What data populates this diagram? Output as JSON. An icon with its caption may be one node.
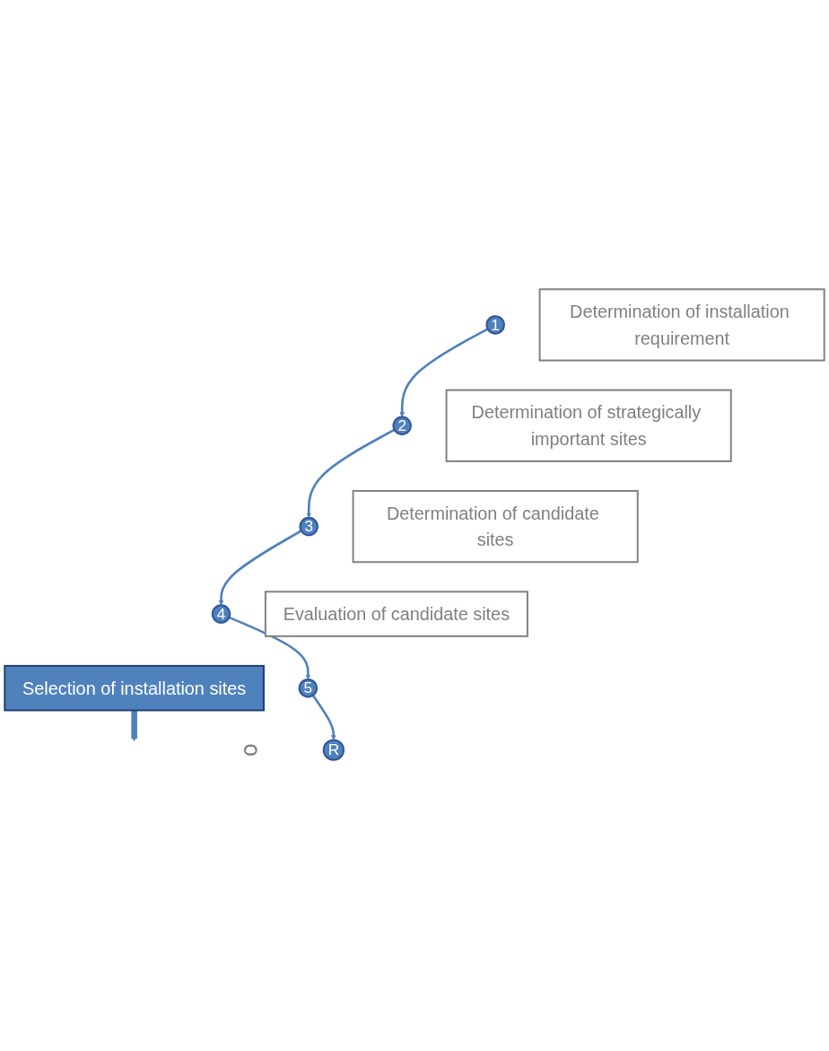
{
  "diagram": {
    "nodes": [
      {
        "text": [
          "1"
        ]
      },
      {
        "text": [
          "Determination of installation requirement"
        ]
      },
      {
        "text": [
          "2"
        ]
      },
      {
        "text": [
          "Determination of strategically important sites"
        ]
      },
      {
        "text": [
          "3"
        ]
      },
      {
        "text": [
          "Determination of candidate sites"
        ]
      },
      {
        "text": [
          "4"
        ]
      },
      {
        "text": [
          "Evaluation of candidate sites"
        ]
      },
      {
        "text": [
          "5"
        ]
      },
      {
        "text": [
          "Selection of installation sites"
        ]
      },
      {
        "text": [
          "R"
        ]
      },
      {
        "text": [],
        "shape": "stadium"
      }
    ],
    "edges": [
      {
        "from": 0,
        "to": 2,
        "arrow": "to"
      },
      {
        "from": 2,
        "to": 4,
        "arrow": "to"
      },
      {
        "from": 4,
        "to": 6,
        "arrow": "to"
      },
      {
        "from": 6,
        "to": 8,
        "arrow": "to"
      },
      {
        "from": 8,
        "to": 10,
        "arrow": "to"
      },
      {
        "from": 9,
        "to": null,
        "arrow": "to",
        "style": "thick"
      }
    ]
  }
}
